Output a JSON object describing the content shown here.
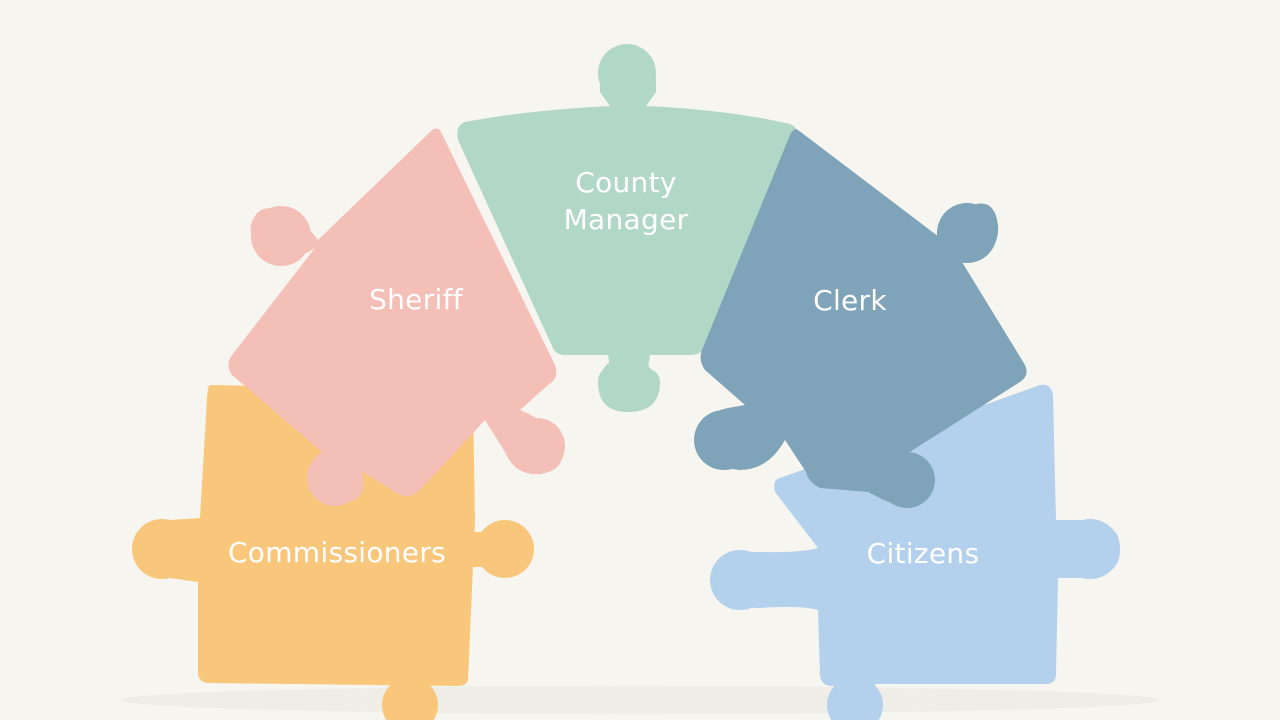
{
  "colors": {
    "background": "#f6f5f0",
    "shadow": "#e9e7e0"
  },
  "pieces": {
    "commissioners": {
      "label": "Commissioners",
      "color": "#f9c77b"
    },
    "citizens": {
      "label": "Citizens",
      "color": "#b3d1ec"
    },
    "sheriff": {
      "label": "Sheriff",
      "color": "#f3bfb6"
    },
    "county_manager": {
      "label_line1": "County",
      "label_line2": "Manager",
      "color": "#b1d7c6"
    },
    "clerk": {
      "label": "Clerk",
      "color": "#7fa3b8"
    }
  }
}
